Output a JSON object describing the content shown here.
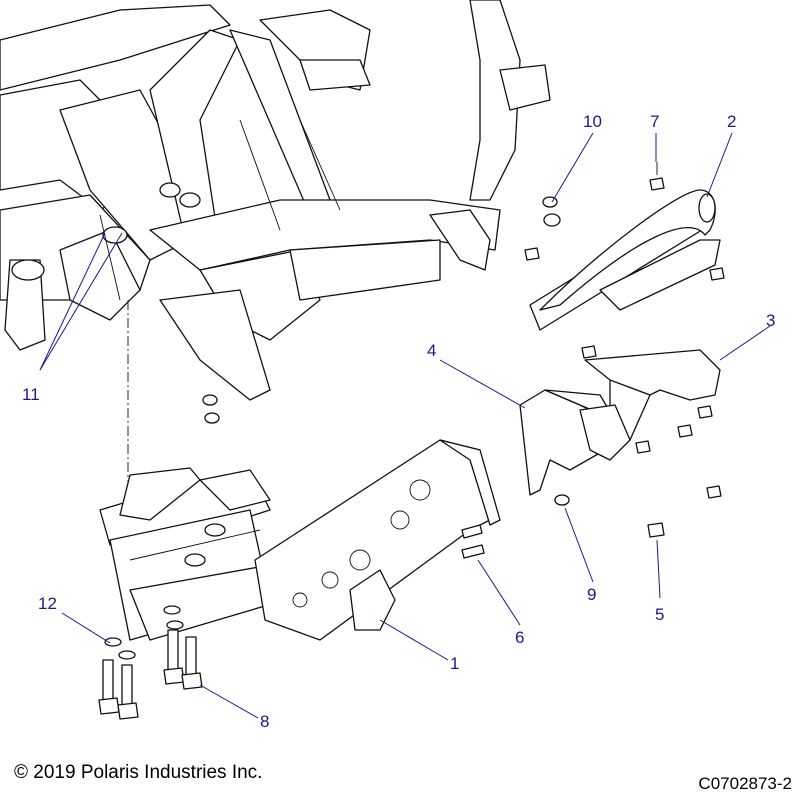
{
  "callouts": [
    {
      "label": "1"
    },
    {
      "label": "2"
    },
    {
      "label": "3"
    },
    {
      "label": "4"
    },
    {
      "label": "5"
    },
    {
      "label": "6"
    },
    {
      "label": "7"
    },
    {
      "label": "8"
    },
    {
      "label": "9"
    },
    {
      "label": "10"
    },
    {
      "label": "11"
    },
    {
      "label": "12"
    }
  ],
  "footer": {
    "copyright": "© 2019 Polaris Industries Inc.",
    "doc_id": "C0702873-2"
  },
  "colors": {
    "callout": "#1a1a8c",
    "linework": "#111111"
  }
}
